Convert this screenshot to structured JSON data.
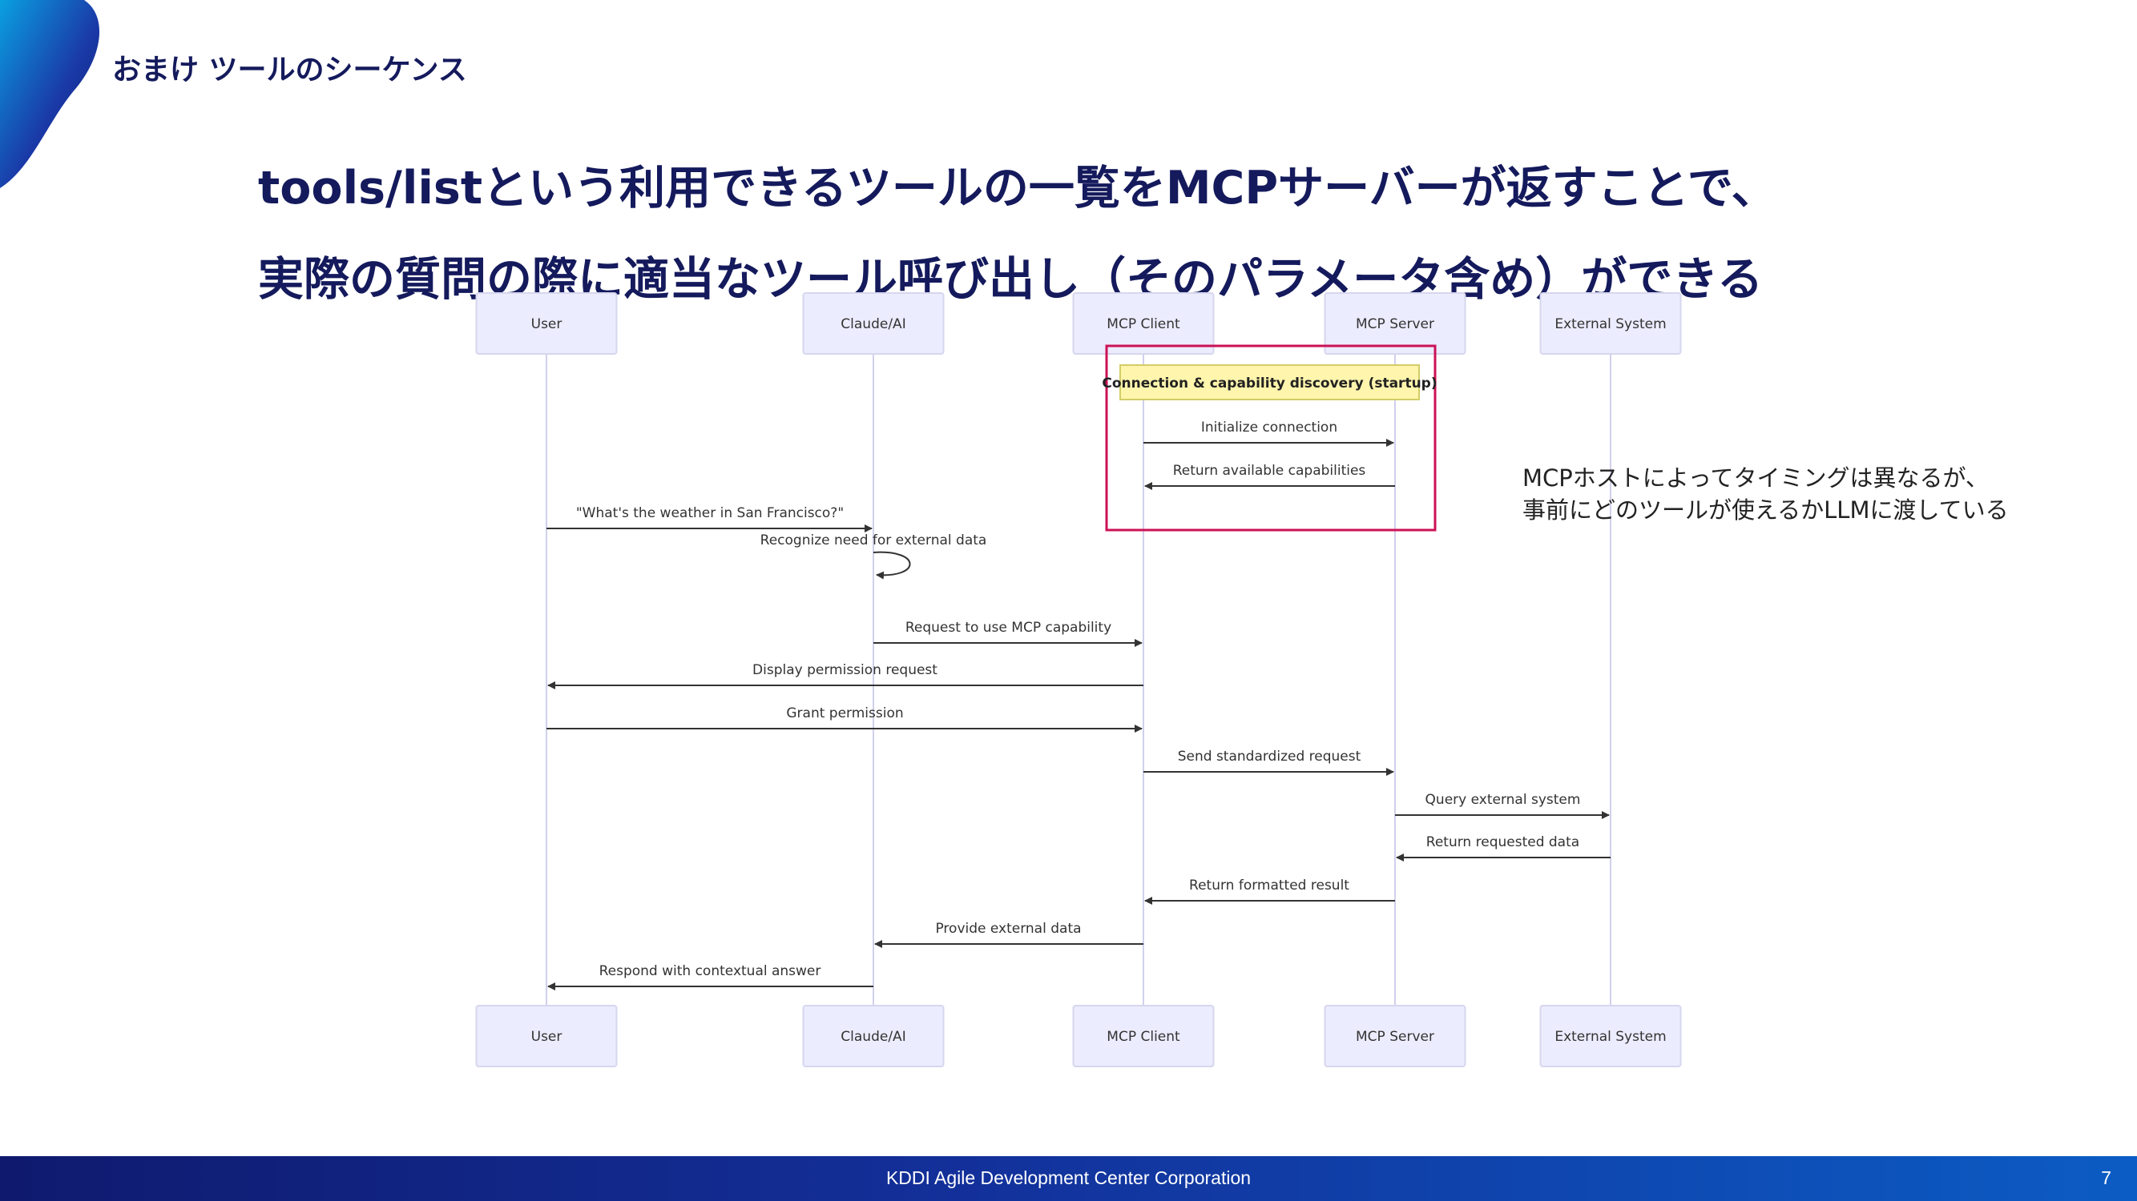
{
  "slide": {
    "section_title": "おまけ ツールのシーケンス",
    "headline_line1": "tools/listという利用できるツールの一覧をMCPサーバーが返すことで、",
    "headline_line2": "実際の質問の際に適当なツール呼び出し（そのパラメータ含め）ができる",
    "note_line1": "MCPホストによってタイミングは異なるが、",
    "note_line2": "事前にどのツールが使えるかLLMに渡している",
    "footer_text": "KDDI Agile Development Center Corporation",
    "page_number": "7"
  },
  "diagram": {
    "participants": [
      "User",
      "Claude/AI",
      "MCP Client",
      "MCP Server",
      "External System"
    ],
    "note": {
      "text": "Connection & capability discovery (startup)",
      "over": [
        "MCP Client",
        "MCP Server"
      ]
    },
    "messages": [
      {
        "from": "MCP Client",
        "to": "MCP Server",
        "label": "Initialize connection"
      },
      {
        "from": "MCP Server",
        "to": "MCP Client",
        "label": "Return available capabilities"
      },
      {
        "from": "User",
        "to": "Claude/AI",
        "label": "\"What's the weather in San Francisco?\""
      },
      {
        "from": "Claude/AI",
        "to": "Claude/AI",
        "label": "Recognize need for external data"
      },
      {
        "from": "Claude/AI",
        "to": "MCP Client",
        "label": "Request to use MCP capability"
      },
      {
        "from": "MCP Client",
        "to": "User",
        "label": "Display permission request"
      },
      {
        "from": "User",
        "to": "MCP Client",
        "label": "Grant permission"
      },
      {
        "from": "MCP Client",
        "to": "MCP Server",
        "label": "Send standardized request"
      },
      {
        "from": "MCP Server",
        "to": "External System",
        "label": "Query external system"
      },
      {
        "from": "External System",
        "to": "MCP Server",
        "label": "Return requested data"
      },
      {
        "from": "MCP Server",
        "to": "MCP Client",
        "label": "Return formatted result"
      },
      {
        "from": "MCP Client",
        "to": "Claude/AI",
        "label": "Provide external data"
      },
      {
        "from": "Claude/AI",
        "to": "User",
        "label": "Respond with contextual answer"
      }
    ],
    "colors": {
      "actor_fill": "#ececff",
      "actor_stroke": "#d6d6ee",
      "note_fill": "#fff5ad",
      "note_stroke": "#d4cc66",
      "highlight_stroke": "#cc1155",
      "arrow": "#333333",
      "lifeline": "#d0d0ec"
    }
  },
  "icons": {
    "corner": "brand-corner-shape"
  }
}
